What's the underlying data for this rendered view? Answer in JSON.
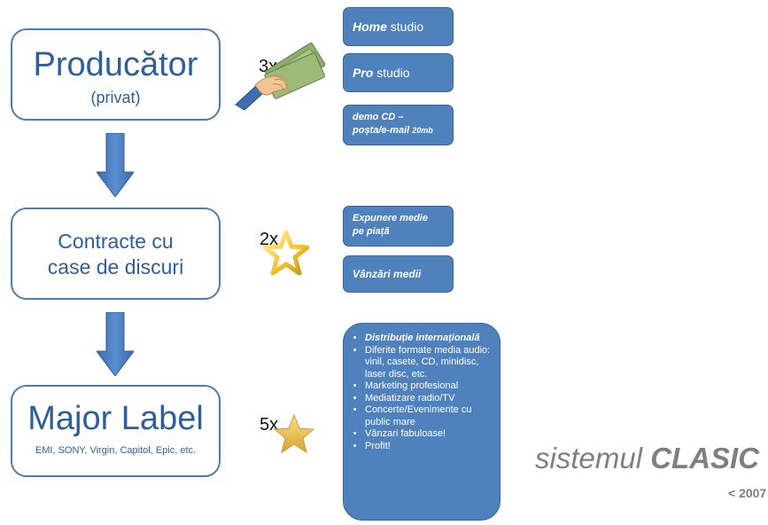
{
  "boxes": {
    "producator": {
      "title": "Producător",
      "subtitle": "(privat)"
    },
    "contracte": {
      "title": "Contracte cu\ncase de discuri"
    },
    "major": {
      "title": "Major Label",
      "subtitle": "EMI, SONY, Virgin, Capitol, Epic, etc."
    }
  },
  "multipliers": {
    "m1": "3x",
    "m2": "2x",
    "m3": "5x"
  },
  "icons": {
    "money": "money-hand-icon",
    "star_outline": "star-outline-icon",
    "star_gold": "star-gold-icon",
    "arrow": "down-arrow-icon"
  },
  "producer_items": {
    "home_bold": "Home",
    "home_rest": " studio",
    "pro_bold": "Pro",
    "pro_rest": " studio",
    "demo_line1": "demo CD –",
    "demo_line2": "poșta/e-mail ",
    "demo_size": "20mb"
  },
  "contract_items": {
    "expunere_line1": "Expunere medie",
    "expunere_line2": "pe piață",
    "vanzari": "Vânzări medii"
  },
  "major_items": [
    "Distribuție internațională",
    "Diferite formate media audio: vinil, casete, CD, minidisc, laser disc,  etc.",
    "Marketing profesional",
    "Mediatizare radio/TV",
    "Concerte/Evenimente cu public mare",
    "Vânzari fabuloase!",
    "Profit!"
  ],
  "footer": {
    "sistemul": "sistemul ",
    "clasic": "CLASIC",
    "year": "< 2007"
  },
  "colors": {
    "box_border": "#4f7bb3",
    "box_text": "#2f5f99",
    "blue_fill": "#4f81bd",
    "footer_text": "#7f7f7f"
  }
}
